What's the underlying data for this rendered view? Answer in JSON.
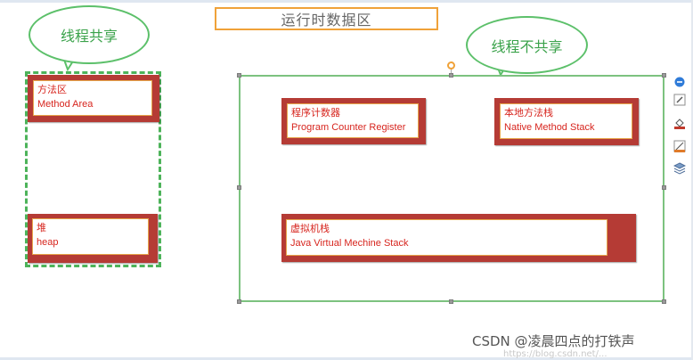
{
  "title": "运行时数据区",
  "bubbles": {
    "shared": "线程共享",
    "not_shared": "线程不共享"
  },
  "shared_areas": [
    {
      "cn": "方法区",
      "en": "Method Area"
    },
    {
      "cn": "堆",
      "en": "heap"
    }
  ],
  "private_areas": [
    {
      "cn": "程序计数器",
      "en": "Program Counter Register"
    },
    {
      "cn": "本地方法栈",
      "en": "Native Method Stack"
    },
    {
      "cn": "虚拟机栈",
      "en": "Java Virtual Mechine Stack"
    }
  ],
  "toolbar": [
    "minus-icon",
    "pencil-edit-icon",
    "fill-color-icon",
    "line-style-icon",
    "layers-icon"
  ],
  "watermark": "CSDN @凌晨四点的打铁声",
  "colors": {
    "card_border": "#b53b35",
    "card_text": "#d7251e",
    "group_green": "#4db35a",
    "title_border": "#f0a239"
  }
}
